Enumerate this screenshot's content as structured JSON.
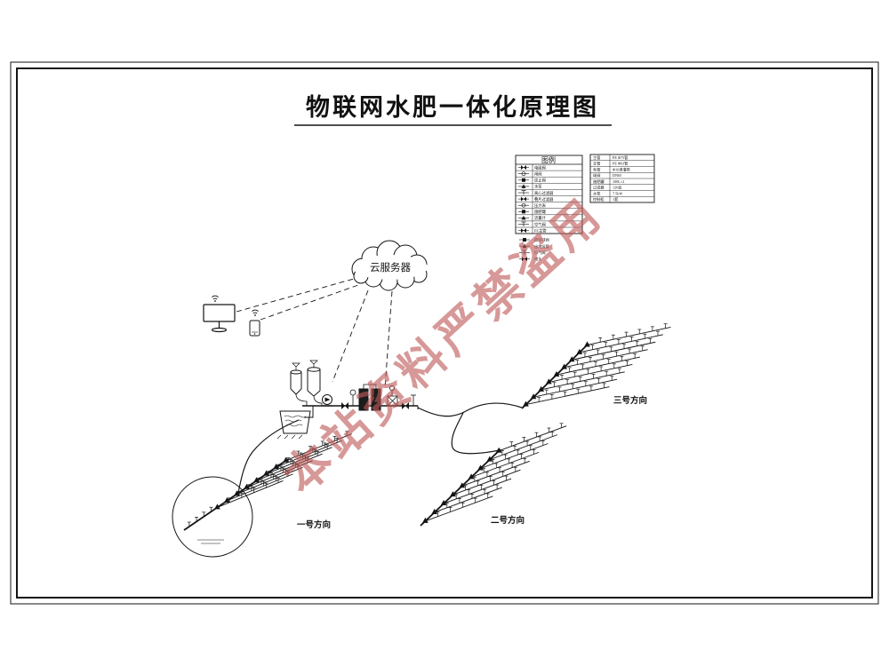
{
  "title": "物联网水肥一体化原理图",
  "watermark": "本站资料严禁盗用",
  "cloud": {
    "label": "云服务器"
  },
  "fields": {
    "f1": "一号方向",
    "f2": "二号方向",
    "f3": "三号方向"
  },
  "legend": {
    "title": "图例",
    "rows": [
      "电磁阀",
      "闸阀",
      "逆止阀",
      "水泵",
      "离心过滤器",
      "叠片过滤器",
      "压力表",
      "施肥罐",
      "流量计",
      "空气阀",
      "PE主管"
    ],
    "table2": [
      [
        "主管",
        "PE Φ75管"
      ],
      [
        "支管",
        "PE Φ63管"
      ],
      [
        "毛管",
        "Φ16滴灌带"
      ],
      [
        "球阀",
        "DN65"
      ],
      [
        "施肥罐",
        "100L×2"
      ],
      [
        "过滤器",
        "120目"
      ],
      [
        "水泵",
        "7.5kW"
      ],
      [
        "控制柜",
        "1套"
      ]
    ],
    "extra": [
      "田间球阀",
      "出地竖管",
      "排气阀",
      "堵头"
    ]
  },
  "colors": {
    "line": "#141414",
    "watermark": "#c05a5a"
  }
}
